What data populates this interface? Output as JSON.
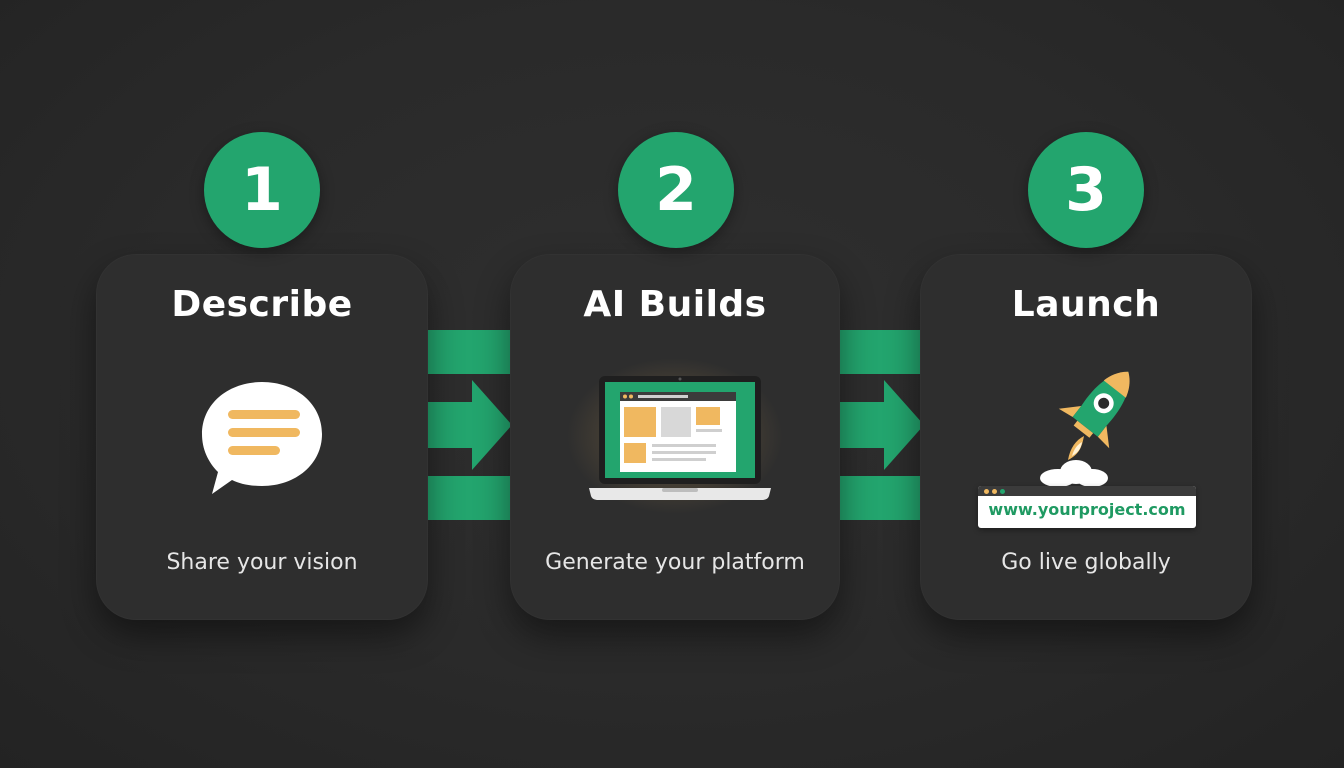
{
  "steps": [
    {
      "number": "1",
      "title": "Describe",
      "subtitle": "Share your vision",
      "icon": "speech-bubble-icon"
    },
    {
      "number": "2",
      "title": "AI Builds",
      "subtitle": "Generate your platform",
      "icon": "laptop-icon"
    },
    {
      "number": "3",
      "title": "Launch",
      "subtitle": "Go live globally",
      "icon": "rocket-icon"
    }
  ],
  "launch_url": "www.yourproject.com",
  "colors": {
    "accent_green": "#23a56e",
    "accent_orange": "#f0b860",
    "card": "#2e2e2e",
    "background": "#2a2a2a"
  }
}
